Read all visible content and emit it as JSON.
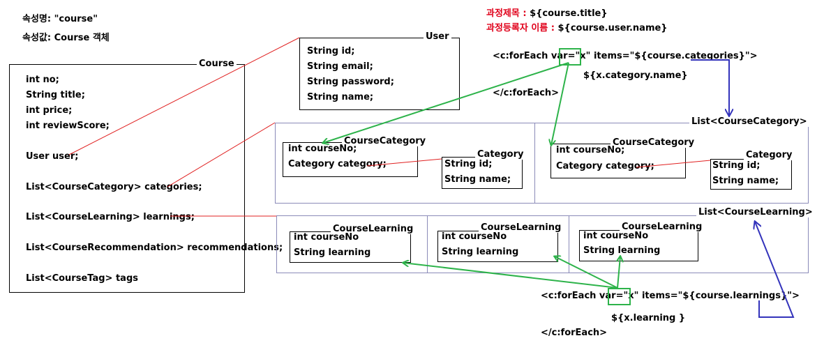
{
  "attr": {
    "name_line": "속성명: \"course\"",
    "value_line": "속성값: Course 객체"
  },
  "jsp": {
    "title_label": "과정제목 :",
    "title_expr": "${course.title}",
    "user_label": "과정등록자 이름 :",
    "user_expr": "${course.user.name}",
    "foreach1_a": "<c:forEach var=\"",
    "foreach1_x": "x",
    "foreach1_b": "\" items=\"${course.categories}\">",
    "foreach1_body": "${x.category.name}",
    "foreach1_end": "</c:forEach>",
    "foreach2_a": "<c:forEach var=\"",
    "foreach2_x": "x",
    "foreach2_b": "\" items=\"${course.learnings}\">",
    "foreach2_body": "${x.learning }",
    "foreach2_end": "</c:forEach>"
  },
  "course": {
    "caption": "Course",
    "fields": [
      "int no;",
      "String title;",
      "int price;",
      "int reviewScore;",
      "User user;",
      "List<CourseCategory> categories;",
      "List<CourseLearning> learnings;",
      "List<CourseRecommendation> recommendations;",
      "List<CourseTag> tags"
    ]
  },
  "user": {
    "caption": "User",
    "fields": [
      "String id;",
      "String email;",
      "String password;",
      "String name;"
    ]
  },
  "category_list": {
    "caption": "List<CourseCategory>",
    "course_category": {
      "caption": "CourseCategory",
      "fields": [
        "int courseNo;",
        "Category category;"
      ]
    },
    "category": {
      "caption": "Category",
      "fields": [
        "String id;",
        "String name;"
      ]
    }
  },
  "learning_list": {
    "caption": "List<CourseLearning>",
    "course_learning": {
      "caption": "CourseLearning",
      "fields": [
        "int courseNo",
        "String learning"
      ]
    }
  },
  "colors": {
    "red_text": "#e0001a",
    "green_arrow": "#2db34a",
    "blue_connector": "#3333bb",
    "red_link": "#e02020",
    "list_border": "#8a8ab8"
  }
}
